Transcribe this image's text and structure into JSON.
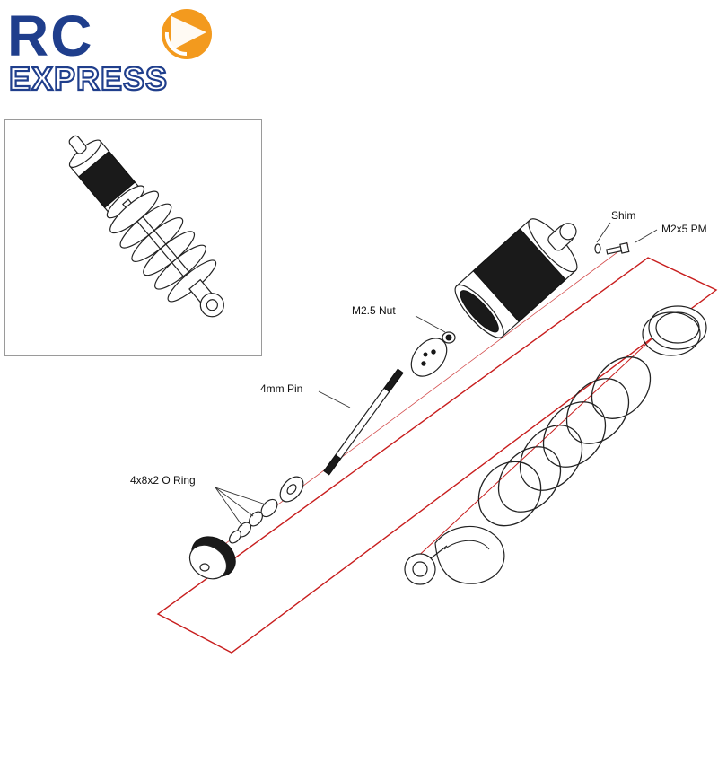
{
  "brand": {
    "line1": "RC",
    "line2": "EXPRESS",
    "primary_color": "#1f3e8c",
    "accent_color": "#f39a1e"
  },
  "inset": {
    "description_icon": "assembled-shock-icon"
  },
  "labels": {
    "shim": "Shim",
    "m2x5_pm": "M2x5 PM",
    "m25_nut": "M2.5 Nut",
    "pin": "4mm Pin",
    "o_ring": "4x8x2  O Ring"
  },
  "colors": {
    "outline": "#c81e1e",
    "part_stroke": "#222222"
  }
}
